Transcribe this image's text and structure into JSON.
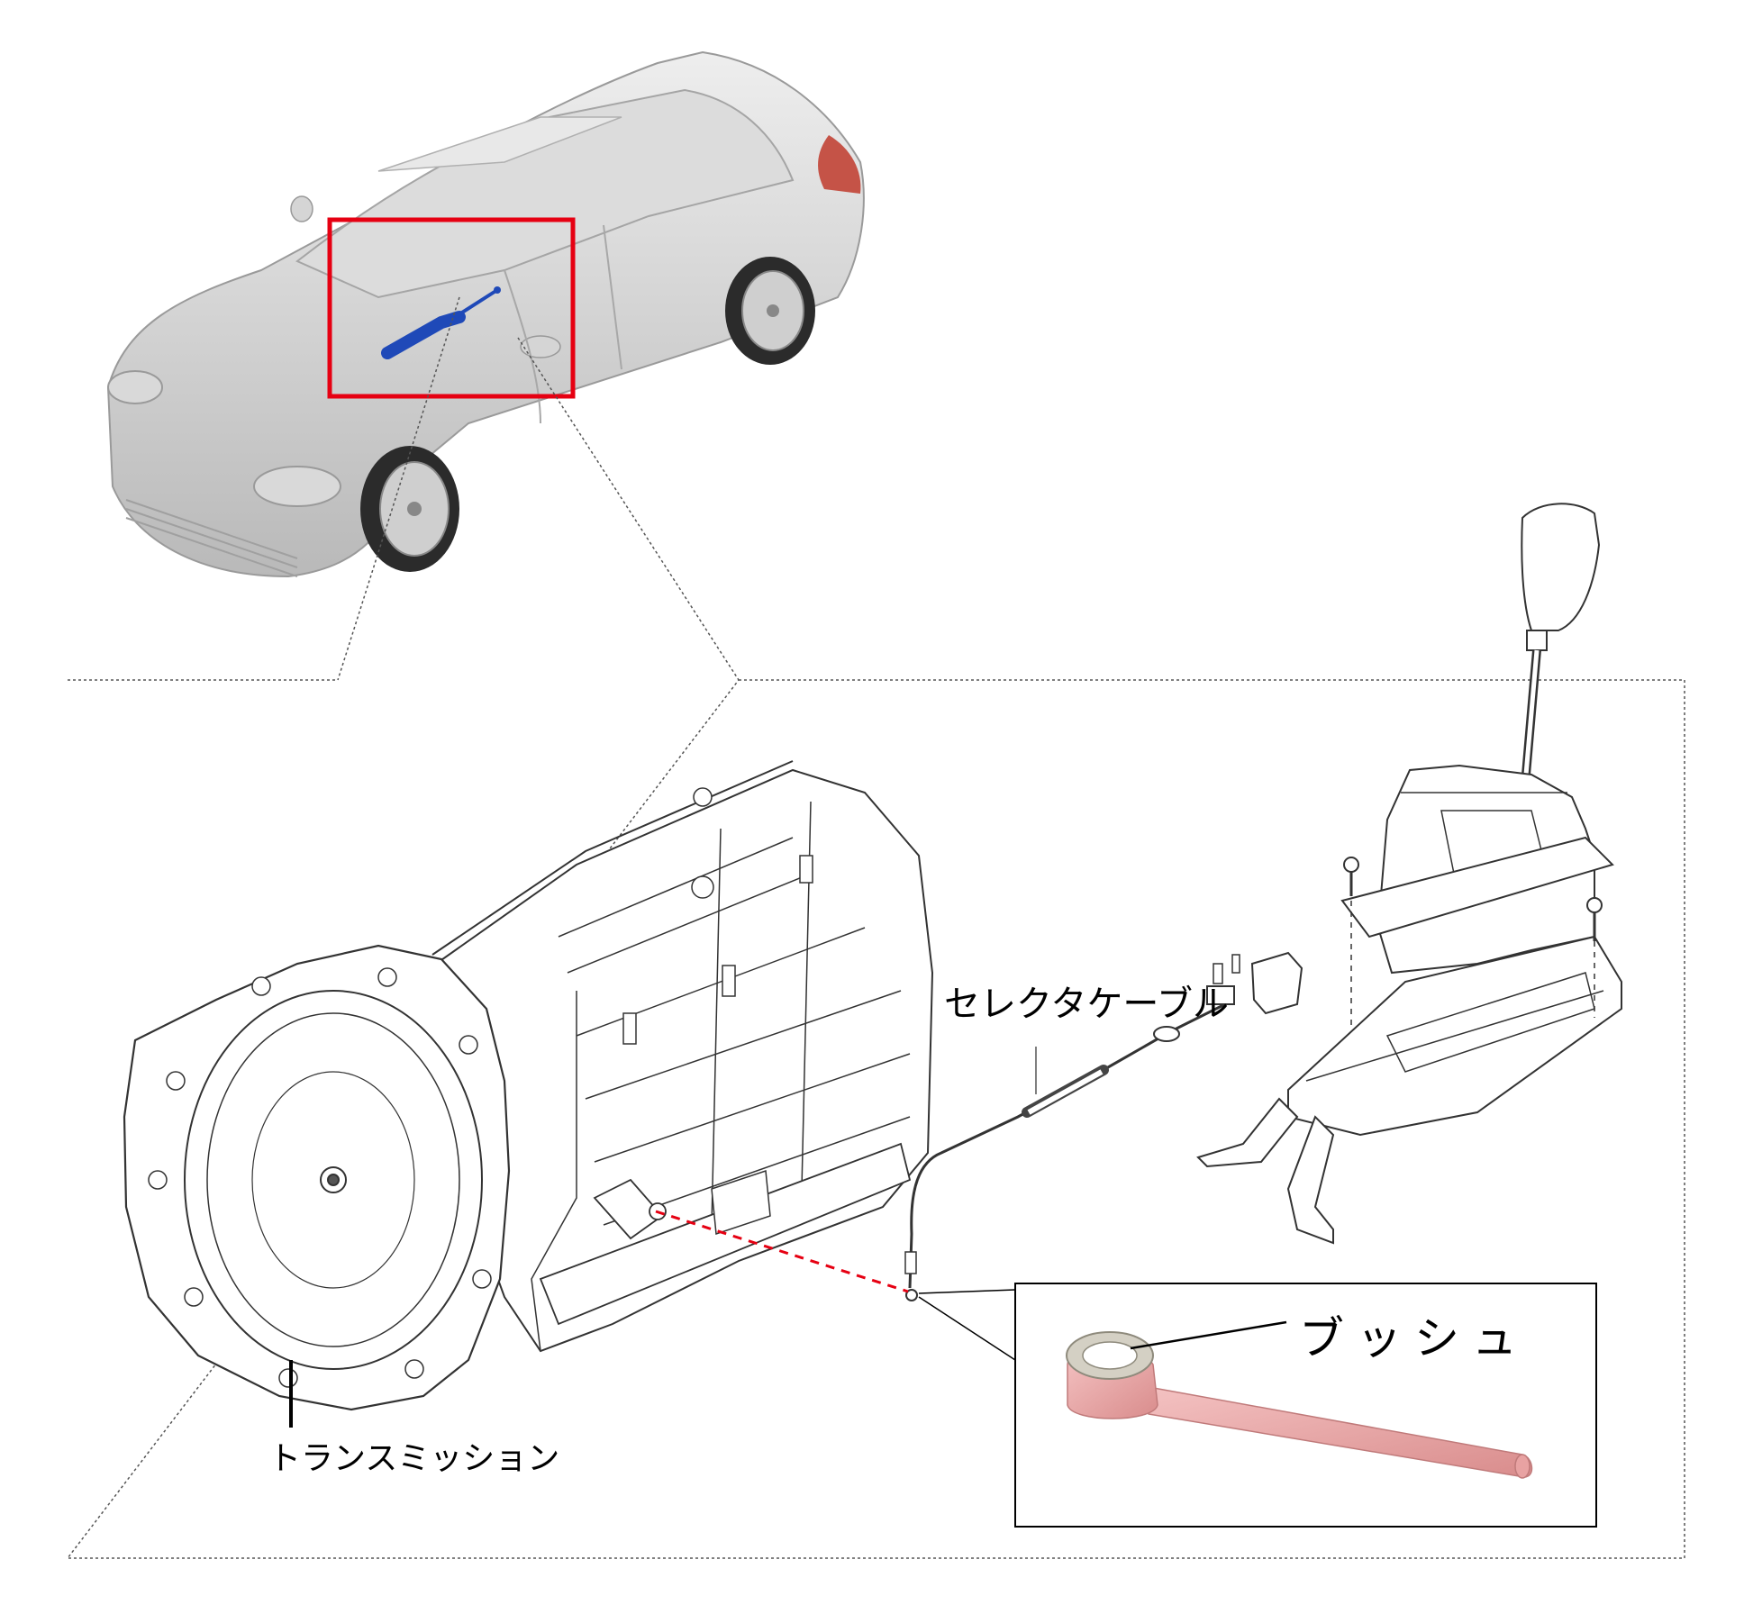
{
  "labels": {
    "selector_cable": "セレクタケーブル",
    "transmission": "トランスミッション",
    "bushing": "ブッシュ"
  },
  "colors": {
    "highlight_box": "#e60012",
    "selector_part": "#1f49b8",
    "bushing_part": "#e8a2a2",
    "leader_dashed_red": "#e60012",
    "car_body": "#cfcfcf",
    "line_art": "#333333"
  },
  "figures": {
    "vehicle": "car-overview-icon",
    "transmission": "transmission-unit-icon",
    "shifter": "gear-shifter-assembly-icon",
    "cable": "selector-cable-icon",
    "bushing": "bushing-part-icon"
  }
}
